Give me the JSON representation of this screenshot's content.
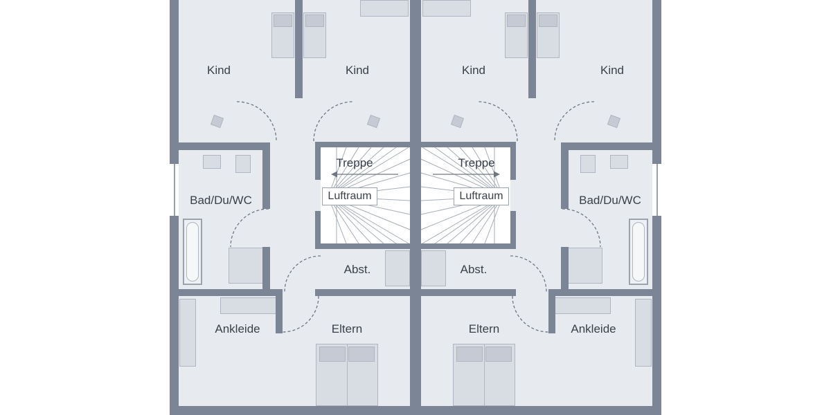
{
  "labels": {
    "kind": "Kind",
    "treppe": "Treppe",
    "luftraum": "Luftraum",
    "bad": "Bad/Du/WC",
    "abst": "Abst.",
    "ankleide": "Ankleide",
    "eltern": "Eltern"
  },
  "colors": {
    "background": "#ffffff",
    "wall": "#7c8595",
    "floor": "#e7eaef",
    "furniture": "#d8dce3",
    "furniture_dark": "#c5cad4",
    "label": "#3a404a"
  }
}
